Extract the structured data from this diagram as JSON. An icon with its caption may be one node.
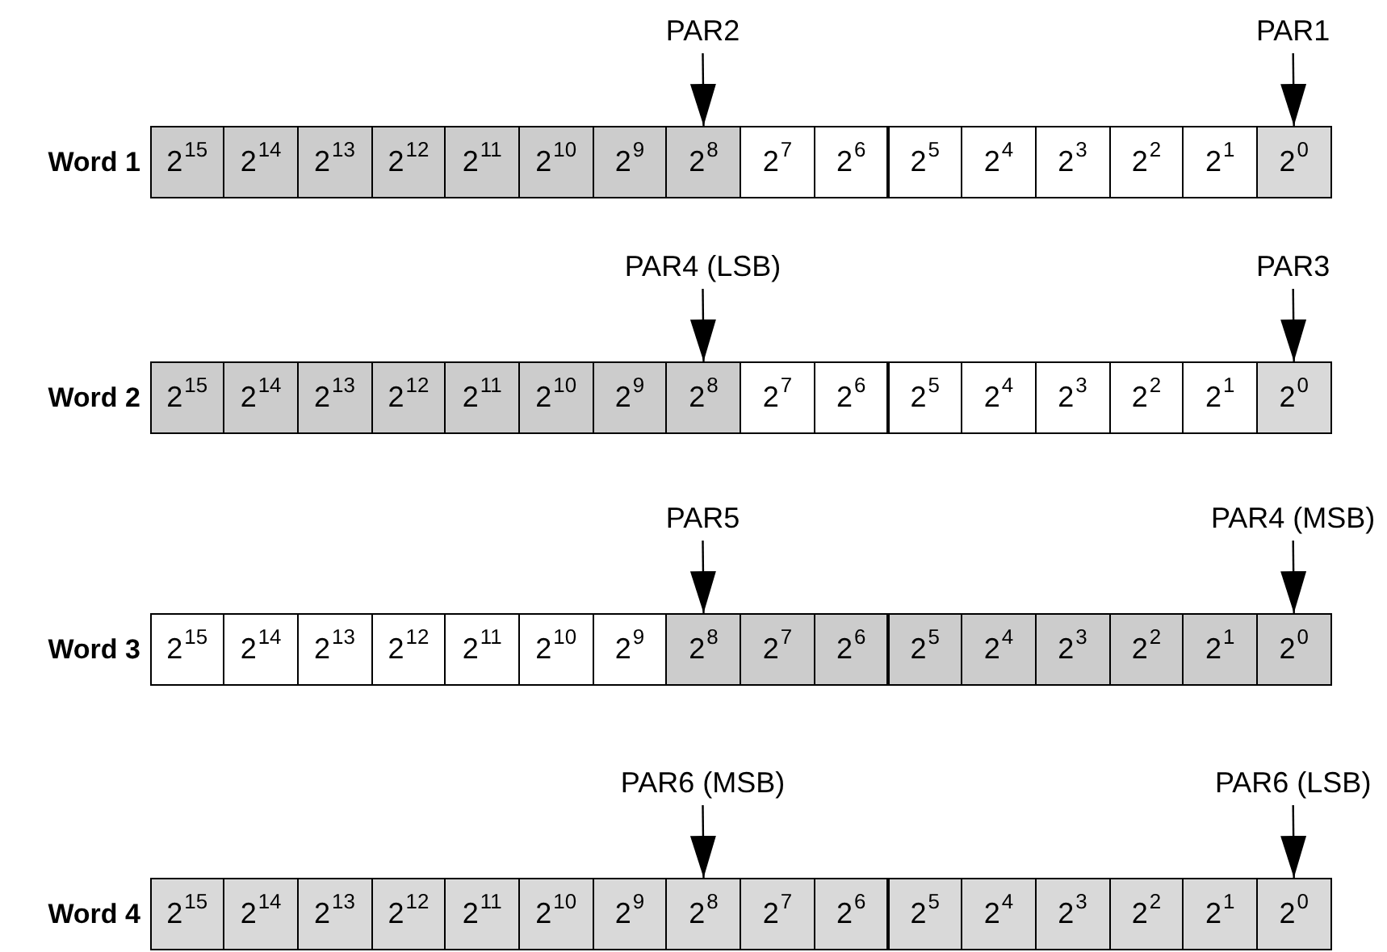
{
  "diagram": {
    "nodes": [
      {
        "text": [
          "PAR2"
        ]
      },
      {
        "text": [
          "PAR1"
        ]
      },
      {
        "text": [
          "2$^{15}$"
        ]
      },
      {
        "text": [
          "2$^{14}$"
        ]
      },
      {
        "text": [
          "2$^{13}$"
        ]
      },
      {
        "text": [
          "2$^{12}$"
        ]
      },
      {
        "text": [
          "2$^{11}$"
        ]
      },
      {
        "text": [
          "2$^{10}$"
        ]
      },
      {
        "text": [
          "2$^{9}$"
        ]
      },
      {
        "text": [
          "2$^{8}$"
        ]
      },
      {
        "text": [
          "2$^{7}$"
        ]
      },
      {
        "text": [
          "2$^{6}$"
        ]
      },
      {
        "text": [
          "2$^{5}$"
        ]
      },
      {
        "text": [
          "2$^{4}$"
        ]
      },
      {
        "text": [
          "2$^{3}$"
        ]
      },
      {
        "text": [
          "2$^{2}$"
        ]
      },
      {
        "text": [
          "2$^{1}$"
        ]
      },
      {
        "text": [
          "2$^{0}$"
        ]
      },
      {
        "text": [
          "PAR4 (LSB)"
        ]
      },
      {
        "text": [
          "PAR3"
        ]
      },
      {
        "text": [
          "2$^{15}$"
        ]
      },
      {
        "text": [
          "2$^{14}$"
        ]
      },
      {
        "text": [
          "2$^{13}$"
        ]
      },
      {
        "text": [
          "2$^{12}$"
        ]
      },
      {
        "text": [
          "2$^{11}$"
        ]
      },
      {
        "text": [
          "2$^{10}$"
        ]
      },
      {
        "text": [
          "2$^{9}$"
        ]
      },
      {
        "text": [
          "2$^{8}$"
        ]
      },
      {
        "text": [
          "2$^{7}$"
        ]
      },
      {
        "text": [
          "2$^{6}$"
        ]
      },
      {
        "text": [
          "2$^{5}$"
        ]
      },
      {
        "text": [
          "2$^{4}$"
        ]
      },
      {
        "text": [
          "2$^{3}$"
        ]
      },
      {
        "text": [
          "2$^{2}$"
        ]
      },
      {
        "text": [
          "2$^{1}$"
        ]
      },
      {
        "text": [
          "2$^{0}$"
        ]
      },
      {
        "text": [
          "PAR5"
        ]
      },
      {
        "text": [
          "PAR4 (MSB)"
        ]
      },
      {
        "text": [
          "2$^{15}$"
        ]
      },
      {
        "text": [
          "2$^{14}$"
        ]
      },
      {
        "text": [
          "2$^{13}$"
        ]
      },
      {
        "text": [
          "2$^{12}$"
        ]
      },
      {
        "text": [
          "2$^{11}$"
        ]
      },
      {
        "text": [
          "2$^{10}$"
        ]
      },
      {
        "text": [
          "2$^{9}$"
        ]
      },
      {
        "text": [
          "2$^{8}$"
        ]
      },
      {
        "text": [
          "2$^{7}$"
        ]
      },
      {
        "text": [
          "2$^{6}$"
        ]
      },
      {
        "text": [
          "2$^{5}$"
        ]
      },
      {
        "text": [
          "2$^{4}$"
        ]
      },
      {
        "text": [
          "2$^{3}$"
        ]
      },
      {
        "text": [
          "2$^{2}$"
        ]
      },
      {
        "text": [
          "2$^{1}$"
        ]
      },
      {
        "text": [
          "2$^{0}$"
        ]
      },
      {
        "text": [
          "PAR6 (MSB)"
        ]
      },
      {
        "text": [
          "PAR6 (LSB)"
        ]
      },
      {
        "text": [
          "2$^{15}$"
        ]
      },
      {
        "text": [
          "2$^{14}$"
        ]
      },
      {
        "text": [
          "2$^{13}$"
        ]
      },
      {
        "text": [
          "2$^{12}$"
        ]
      },
      {
        "text": [
          "2$^{11}$"
        ]
      },
      {
        "text": [
          "2$^{10}$"
        ]
      },
      {
        "text": [
          "2$^{9}$"
        ]
      },
      {
        "text": [
          "2$^{8}$"
        ]
      },
      {
        "text": [
          "2$^{7}$"
        ]
      },
      {
        "text": [
          "2$^{6}$"
        ]
      },
      {
        "text": [
          "2$^{5}$"
        ]
      },
      {
        "text": [
          "2$^{4}$"
        ]
      },
      {
        "text": [
          "2$^{3}$"
        ]
      },
      {
        "text": [
          "2$^{2}$"
        ]
      },
      {
        "text": [
          "2$^{1}$"
        ]
      },
      {
        "text": [
          "2$^{0}$"
        ]
      }
    ],
    "edges": [
      {
        "from": 0,
        "to": 9,
        "arrow": "to"
      },
      {
        "from": 1,
        "to": 17,
        "arrow": "to"
      },
      {
        "from": 18,
        "to": 27,
        "arrow": "to"
      },
      {
        "from": 19,
        "to": 35,
        "arrow": "to"
      },
      {
        "from": 36,
        "to": 45,
        "arrow": "to"
      },
      {
        "from": 37,
        "to": 53,
        "arrow": "to"
      },
      {
        "from": 54,
        "to": 63,
        "arrow": "to"
      },
      {
        "from": 55,
        "to": 71,
        "arrow": "to"
      }
    ],
    "labels": [
      "Word 1",
      "Word 2",
      "Word 3",
      "Word 4"
    ]
  }
}
